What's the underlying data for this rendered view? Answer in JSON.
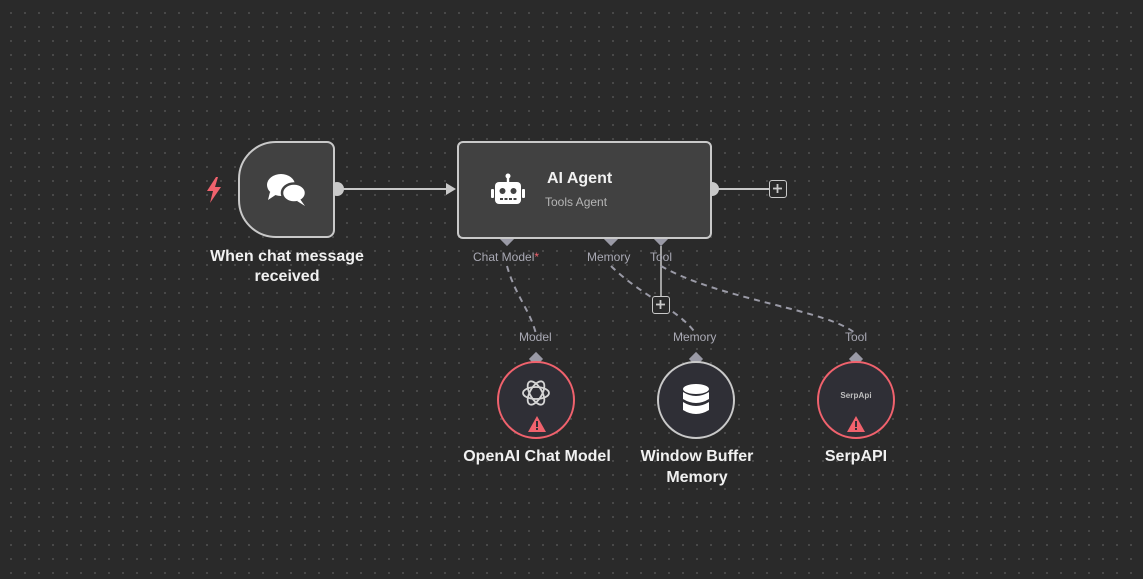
{
  "nodes": {
    "trigger": {
      "title": "When chat message received",
      "icon": "chat-bubbles-icon",
      "badge_icon": "bolt-icon"
    },
    "agent": {
      "title": "AI Agent",
      "subtitle": "Tools Agent",
      "icon": "robot-icon",
      "handles": {
        "chat_model": "Chat Model",
        "required_mark": "*",
        "memory": "Memory",
        "tool": "Tool"
      }
    },
    "openai": {
      "title": "OpenAI Chat Model",
      "handle_label": "Model",
      "icon": "openai-icon",
      "status": "warning"
    },
    "memory": {
      "title": "Window Buffer Memory",
      "handle_label": "Memory",
      "icon": "database-icon",
      "status": "ok"
    },
    "serpapi": {
      "title": "SerpAPI",
      "handle_label": "Tool",
      "logo_text": "SerpApi",
      "status": "warning"
    }
  },
  "colors": {
    "canvas_bg": "#2a2a2a",
    "node_bg": "#414141",
    "node_border": "#c9c9c9",
    "error": "#f0626d",
    "trigger_bolt": "#f0626d",
    "edge": "#c9c9c9",
    "sub_edge": "#9a9aa6"
  }
}
